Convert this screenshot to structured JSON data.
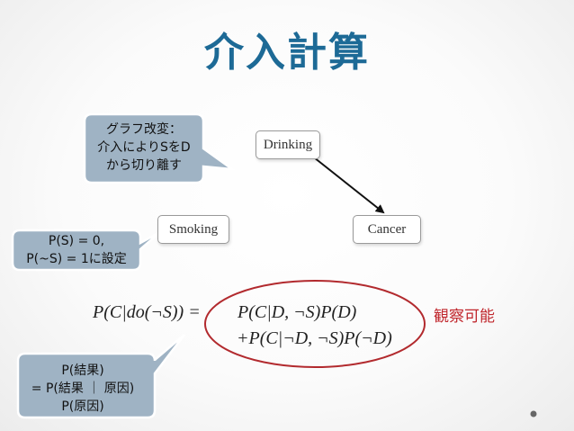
{
  "slide": {
    "title": "介入計算",
    "nodes": {
      "drinking": "Drinking",
      "smoking": "Smoking",
      "cancer": "Cancer"
    },
    "callouts": {
      "graph_modification": "グラフ改変：\n介入によりSをD\nから切り離す",
      "set_probability": "P(S) = 0,\nP(~S) = 1に設定",
      "formula_explain": "P(結果)\n= P(結果 ｜ 原因)\nP(原因)"
    },
    "formula": {
      "lhs": "P(C|do(¬S)) =",
      "term1": "P(C|D, ¬S)P(D)",
      "term2": "+P(C|¬D, ¬S)P(¬D)"
    },
    "observable_label": "観察可能",
    "colors": {
      "title": "#1d6a96",
      "callout_fill": "#9fb3c4",
      "ellipse": "#b22a2e",
      "observable": "#c0262c"
    }
  }
}
